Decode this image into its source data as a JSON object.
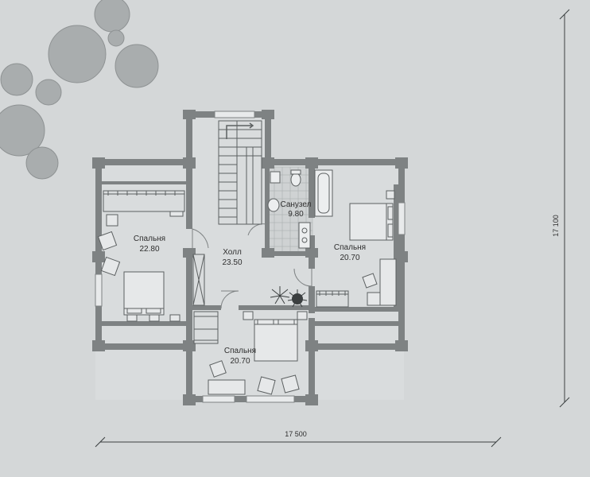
{
  "rooms": {
    "bedroom_left": {
      "name": "Спальня",
      "area": "22.80"
    },
    "hall": {
      "name": "Холл",
      "area": "23.50"
    },
    "bathroom": {
      "name": "Санузел",
      "area": "9.80"
    },
    "bedroom_right": {
      "name": "Спальня",
      "area": "20.70"
    },
    "bedroom_bottom": {
      "name": "Спальня",
      "area": "20.70"
    }
  },
  "dimensions": {
    "width": "17 500",
    "height": "17 100"
  },
  "colors": {
    "background": "#d4d7d8",
    "wall": "#7e8283",
    "floor": "#d9dcdd",
    "tree": "#a9adae"
  }
}
